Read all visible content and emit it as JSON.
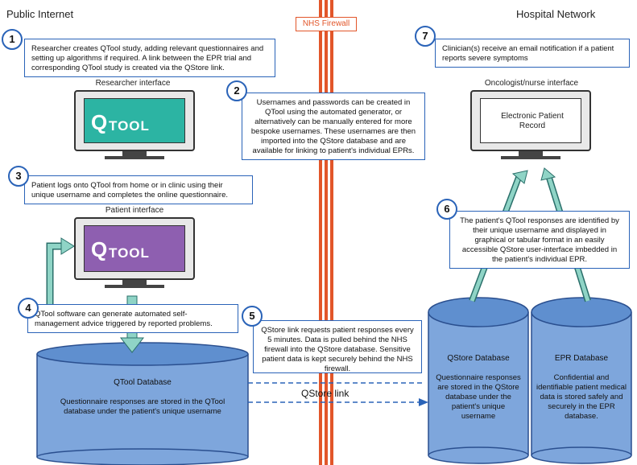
{
  "regions": {
    "left": "Public Internet",
    "right": "Hospital Network",
    "firewall": "NHS Firewall"
  },
  "steps": {
    "s1": {
      "num": "1",
      "text": "Researcher creates QTool study, adding relevant questionnaires and setting up algorithms if required. A link between the EPR trial and corresponding QTool study is created via the QStore link."
    },
    "s2": {
      "num": "2",
      "text": "Usernames and passwords can be created in QTool using the automated generator, or alternatively can be manually entered for more bespoke usernames. These usernames are then imported into the QStore database and are available for linking to patient's individual EPRs."
    },
    "s3": {
      "num": "3",
      "text": "Patient logs onto QTool from home or in clinic using their unique username and completes the online questionnaire."
    },
    "s4": {
      "num": "4",
      "text": "QTool software can generate automated self-management advice triggered by reported problems."
    },
    "s5": {
      "num": "5",
      "text": "QStore link requests patient responses every 5 minutes. Data is pulled behind the NHS firewall into the QStore database. Sensitive patient data is kept securely behind the NHS firewall."
    },
    "s6": {
      "num": "6",
      "text": "The patient's QTool responses are identified by their unique username and displayed in graphical or tabular format in an easily accessible QStore user-interface imbedded in the patient's individual EPR."
    },
    "s7": {
      "num": "7",
      "text": "Clinician(s) receive an email notification if a patient reports severe symptoms"
    }
  },
  "interfaces": {
    "researcher": "Researcher interface",
    "patient": "Patient interface",
    "oncologist": "Oncologist/nurse interface",
    "epr_screen": "Electronic Patient Record",
    "logo_q": "Q",
    "logo_tool": "TOOL"
  },
  "databases": {
    "qtool": {
      "title": "QTool Database",
      "body": "Questionnaire responses are stored in the QTool database under the patient's unique username"
    },
    "qstore": {
      "title": "QStore Database",
      "body": "Questionnaire responses are stored in the QStore database under the patient's unique username"
    },
    "epr": {
      "title": "EPR Database",
      "body": "Confidential and identifiable patient medical data is stored safely and securely in the EPR database."
    }
  },
  "link_label": "QStore link",
  "colors": {
    "box_border": "#2a63b8",
    "firewall": "#e2562a",
    "cylinder_fill": "#7ea6dc",
    "cylinder_stroke": "#2a4f8f",
    "arrow_fill": "#8fd4c6",
    "arrow_stroke": "#2a6f6a",
    "researcher_screen": "#2cb4a3",
    "patient_screen": "#8e5fb0",
    "link_blue": "#2a63b8"
  }
}
